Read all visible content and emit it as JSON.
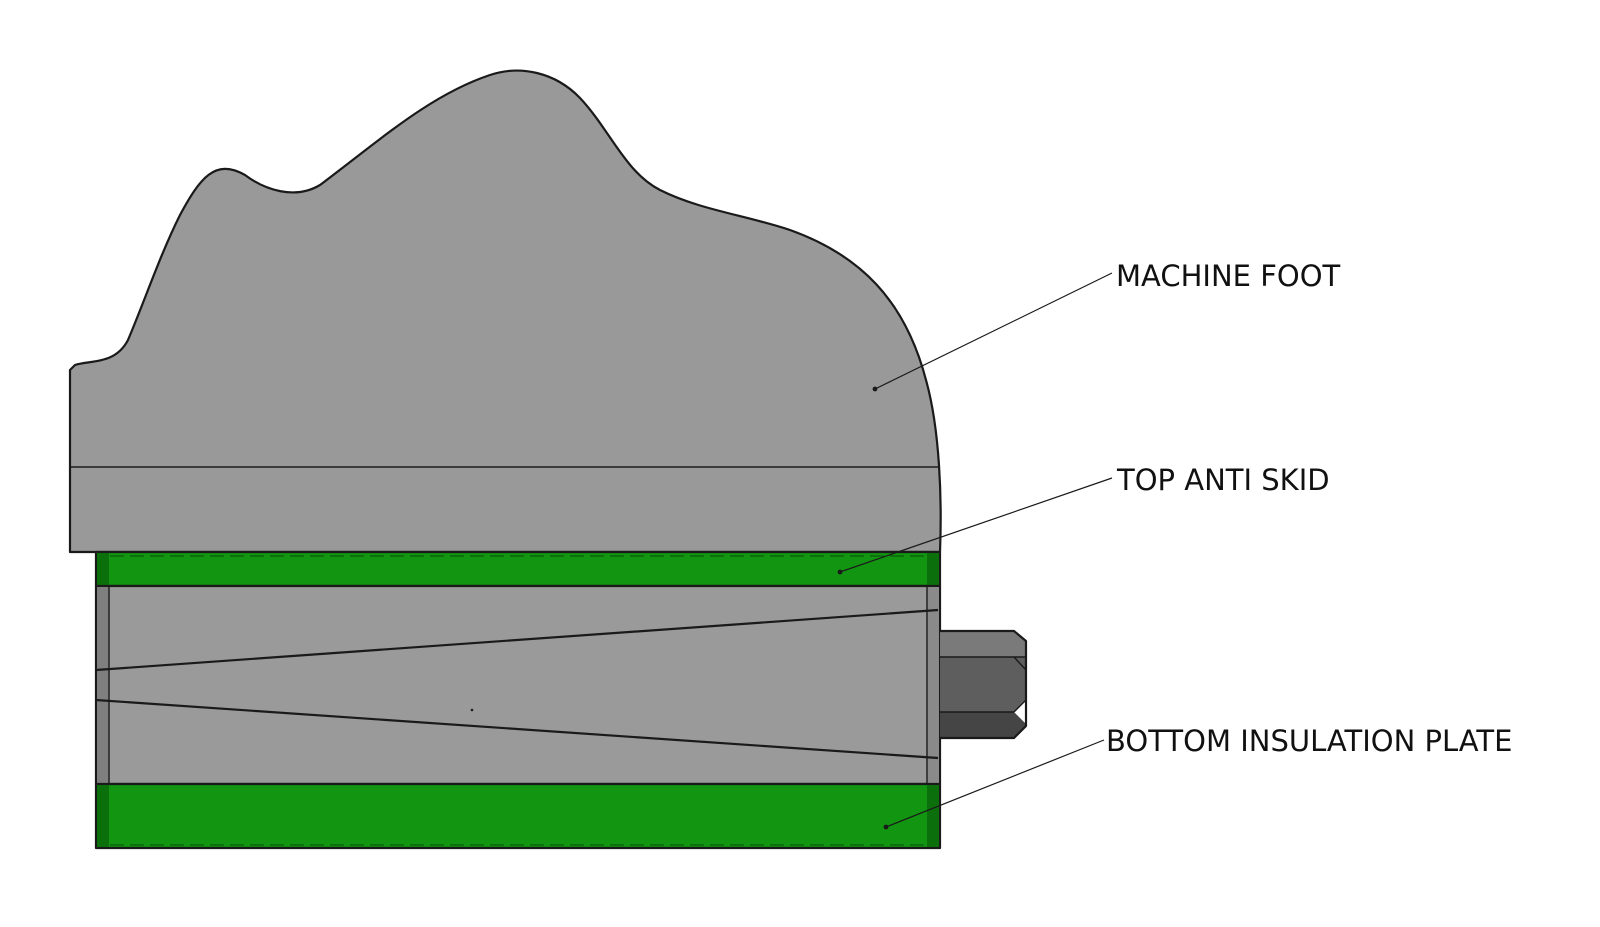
{
  "labels": {
    "machine_foot": "MACHINE FOOT",
    "top_anti_skid": "TOP ANTI SKID",
    "bottom_insulation_plate": "BOTTOM INSULATION PLATE"
  },
  "colors": {
    "machine_foot_fill": "#999999",
    "wedge_body_fill": "#9a9a9a",
    "plate_green": "#129612",
    "plate_green_dark": "#0b6f0b",
    "bolt_light": "#7a7a7a",
    "bolt_mid": "#5e5e5e",
    "bolt_dark": "#454545",
    "outline": "#1a1a1a"
  }
}
